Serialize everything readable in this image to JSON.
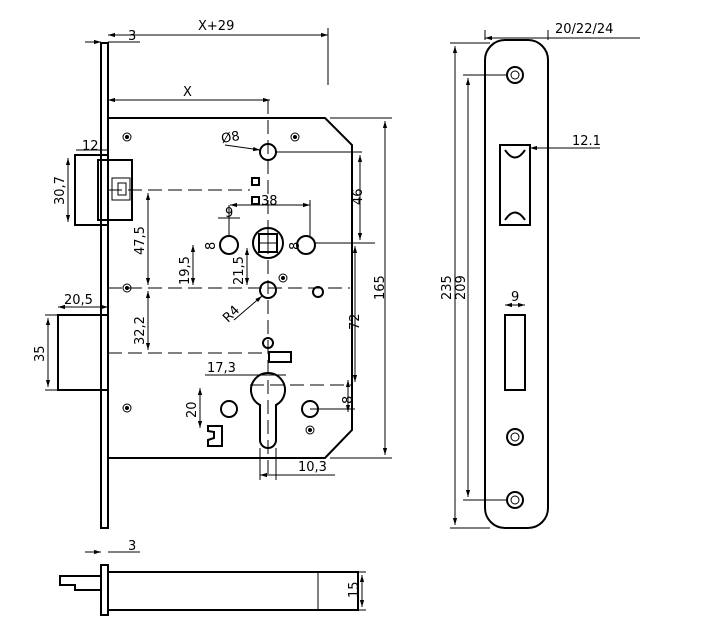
{
  "title": "Mortise lock dimension drawing",
  "front_view": {
    "x_plus_29": "X+29",
    "faceplate_thickness": "3",
    "x": "X",
    "hole_diameter": "Ø8",
    "latch_width": "12",
    "latch_height": "30,7",
    "spindle_square": "38",
    "hole_spacing": "9",
    "hole_left_dia": "8",
    "hole_right_dia": "8",
    "dim_46": "46",
    "dim_47_5": "47,5",
    "dim_19_5": "19,5",
    "dim_21_5": "21,5",
    "radius": "R4",
    "height_165": "165",
    "dim_72": "72",
    "dim_32_2": "32,2",
    "bolt_throw": "20,5",
    "bolt_height": "35",
    "cylinder_width": "17,3",
    "dim_20": "20",
    "dim_8": "8",
    "dim_10_3": "10,3"
  },
  "side_view": {
    "faceplate_widths": "20/22/24",
    "latch_slot": "12.1",
    "length_235": "235",
    "hole_spacing_209": "209",
    "bolt_slot": "9"
  },
  "bottom_view": {
    "thickness": "3",
    "height": "15"
  },
  "colors": {
    "line": "#000000",
    "background": "#ffffff"
  }
}
